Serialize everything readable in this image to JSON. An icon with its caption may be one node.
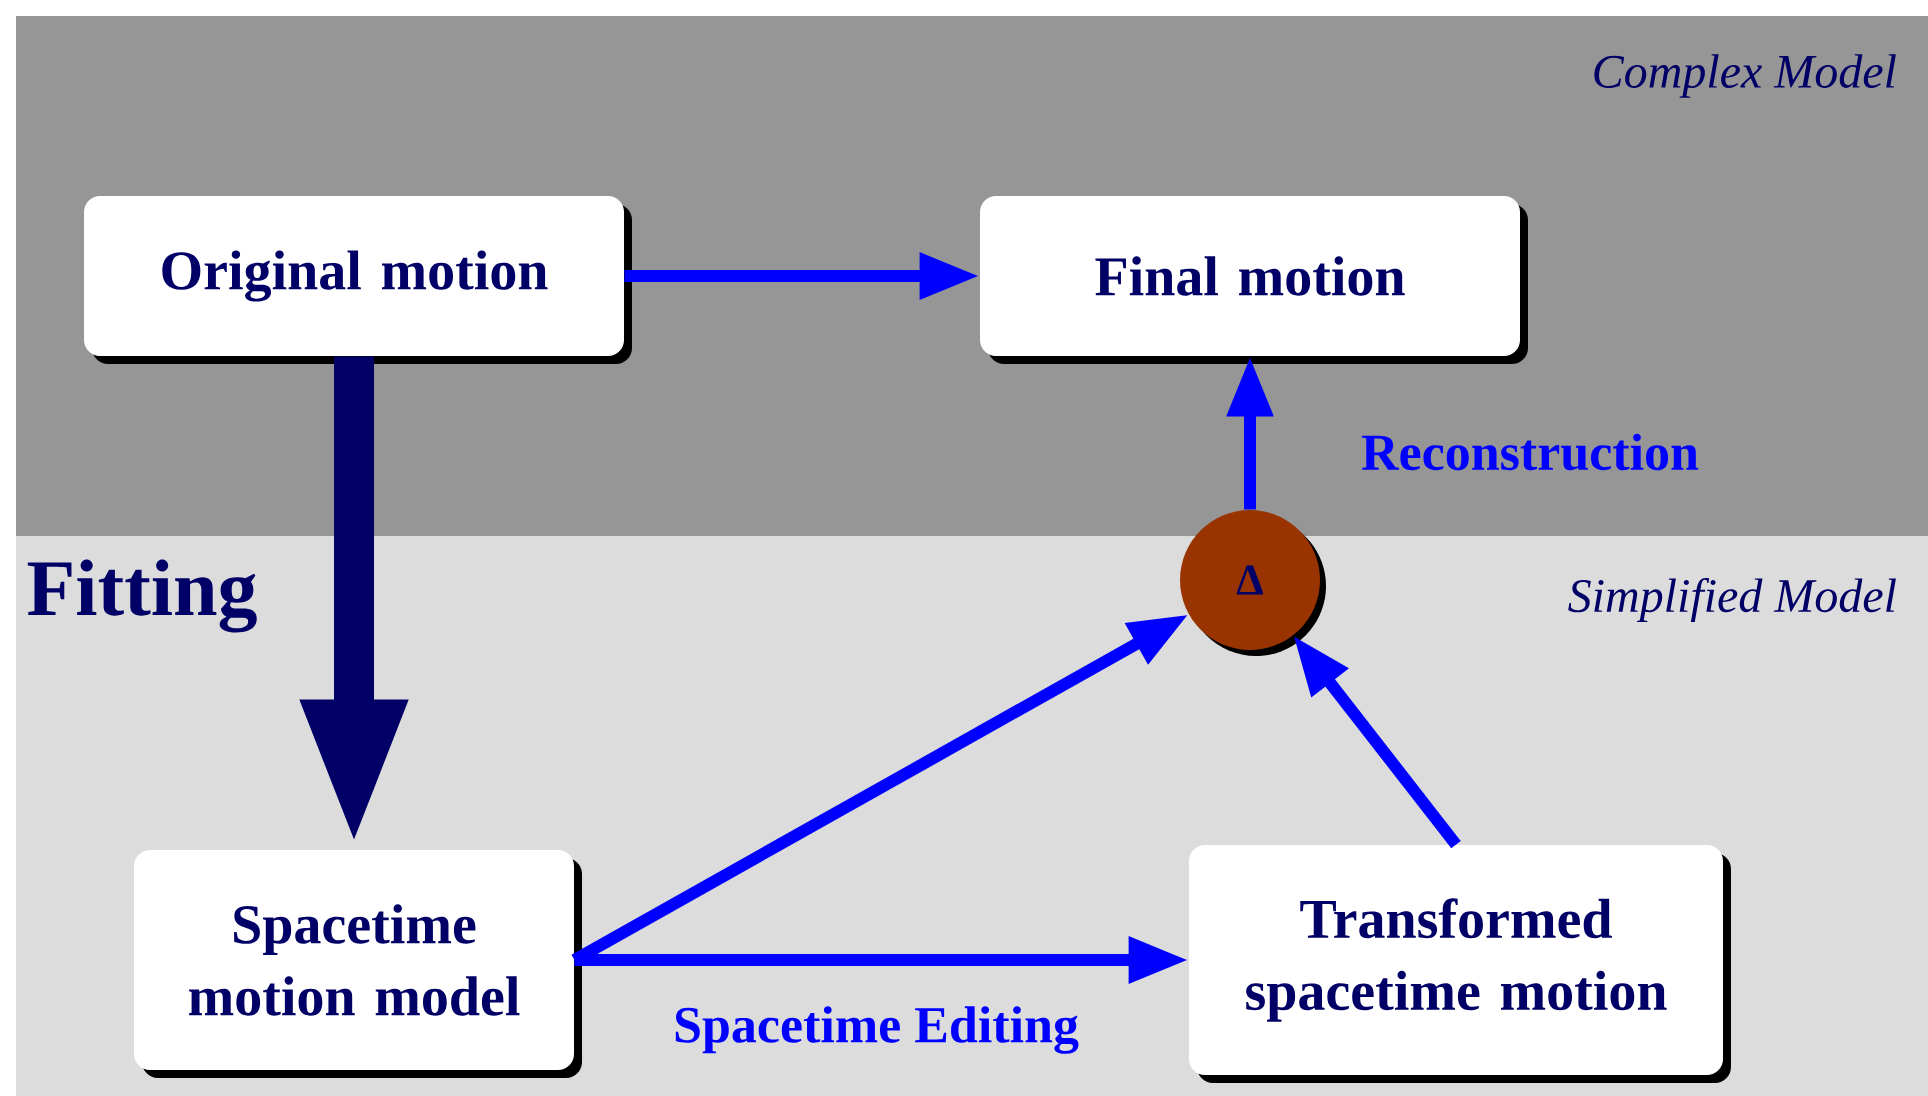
{
  "diagram": {
    "nodes": [
      {
        "text": [
          "Complex Model"
        ]
      },
      {
        "text": [
          "Simplified Model"
        ]
      },
      {
        "text": [
          "Original motion"
        ],
        "in": 0
      },
      {
        "text": [
          "Final motion"
        ],
        "in": 0
      },
      {
        "text": [
          "Δ"
        ]
      },
      {
        "text": [
          "Spacetime motion model"
        ],
        "in": 1
      },
      {
        "text": [
          "Transformed spacetime motion"
        ],
        "in": 1
      }
    ],
    "edges": [
      {
        "from": 2,
        "to": 3,
        "arrow": "to"
      },
      {
        "from": 2,
        "to": 5,
        "arrow": "to",
        "label": "Fitting",
        "style": "thick",
        "color": "#000066"
      },
      {
        "from": 4,
        "to": 3,
        "arrow": "to",
        "label": "Reconstruction"
      },
      {
        "from": 5,
        "to": 4,
        "arrow": "to"
      },
      {
        "from": 5,
        "to": 6,
        "arrow": "to",
        "label": "Spacetime Editing"
      },
      {
        "from": 6,
        "to": 4,
        "arrow": "to"
      }
    ]
  }
}
